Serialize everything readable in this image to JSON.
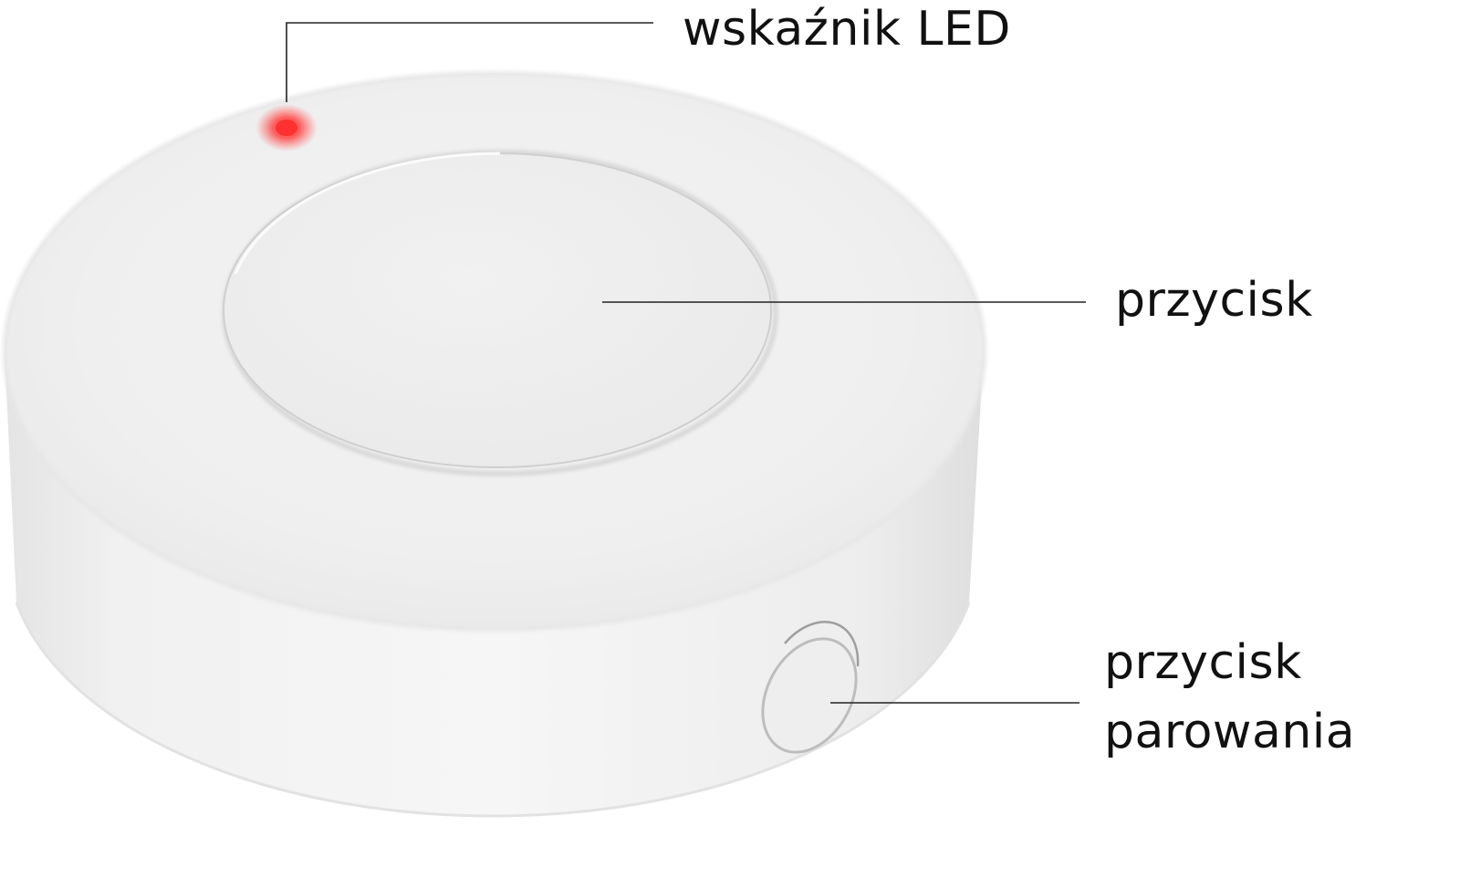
{
  "labels": {
    "led_indicator": "wskaźnik LED",
    "main_button": "przycisk",
    "pairing_button_line1": "przycisk",
    "pairing_button_line2": "parowania"
  },
  "colors": {
    "background": "#ffffff",
    "device_body": "#f2f2f2",
    "led": "#ff3b3b",
    "leader_line": "#222222",
    "text": "#111111"
  }
}
